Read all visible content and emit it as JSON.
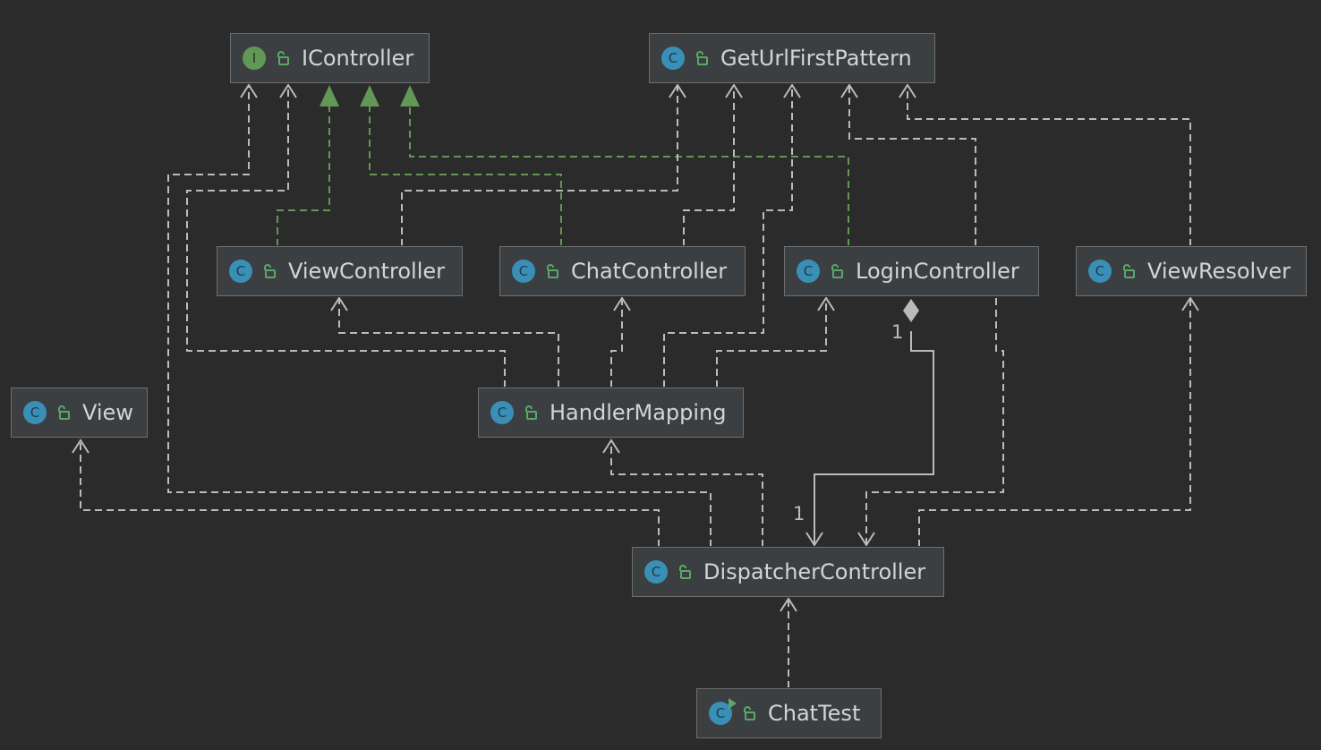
{
  "diagram": {
    "nodes": [
      {
        "id": "icontroller",
        "label": "IController",
        "kind": "interface",
        "badge": "I"
      },
      {
        "id": "geturl",
        "label": "GetUrlFirstPattern",
        "kind": "class",
        "badge": "C"
      },
      {
        "id": "viewcontroller",
        "label": "ViewController",
        "kind": "class",
        "badge": "C"
      },
      {
        "id": "chatcontroller",
        "label": "ChatController",
        "kind": "class",
        "badge": "C"
      },
      {
        "id": "logincontroller",
        "label": "LoginController",
        "kind": "class",
        "badge": "C"
      },
      {
        "id": "viewresolver",
        "label": "ViewResolver",
        "kind": "class",
        "badge": "C"
      },
      {
        "id": "view",
        "label": "View",
        "kind": "class",
        "badge": "C"
      },
      {
        "id": "handlermapping",
        "label": "HandlerMapping",
        "kind": "class",
        "badge": "C"
      },
      {
        "id": "dispatcher",
        "label": "DispatcherController",
        "kind": "class",
        "badge": "C"
      },
      {
        "id": "chattest",
        "label": "ChatTest",
        "kind": "runnable-class",
        "badge": "C"
      }
    ],
    "edges": [
      {
        "from": "viewcontroller",
        "to": "icontroller",
        "type": "implements"
      },
      {
        "from": "chatcontroller",
        "to": "icontroller",
        "type": "implements"
      },
      {
        "from": "logincontroller",
        "to": "icontroller",
        "type": "implements"
      },
      {
        "from": "viewcontroller",
        "to": "geturl",
        "type": "dependency"
      },
      {
        "from": "chatcontroller",
        "to": "geturl",
        "type": "dependency"
      },
      {
        "from": "handlermapping",
        "to": "geturl",
        "type": "dependency"
      },
      {
        "from": "logincontroller",
        "to": "geturl",
        "type": "dependency"
      },
      {
        "from": "viewresolver",
        "to": "geturl",
        "type": "dependency"
      },
      {
        "from": "handlermapping",
        "to": "icontroller",
        "type": "dependency"
      },
      {
        "from": "dispatcher",
        "to": "icontroller",
        "type": "dependency"
      },
      {
        "from": "handlermapping",
        "to": "viewcontroller",
        "type": "dependency"
      },
      {
        "from": "handlermapping",
        "to": "chatcontroller",
        "type": "dependency"
      },
      {
        "from": "handlermapping",
        "to": "logincontroller",
        "type": "dependency"
      },
      {
        "from": "logincontroller",
        "to": "dispatcher",
        "type": "composition",
        "source_multiplicity": "1",
        "target_multiplicity": "1"
      },
      {
        "from": "logincontroller",
        "to": "dispatcher",
        "type": "dependency"
      },
      {
        "from": "dispatcher",
        "to": "view",
        "type": "dependency"
      },
      {
        "from": "dispatcher",
        "to": "handlermapping",
        "type": "dependency"
      },
      {
        "from": "dispatcher",
        "to": "viewresolver",
        "type": "dependency"
      },
      {
        "from": "chattest",
        "to": "dispatcher",
        "type": "dependency"
      }
    ]
  },
  "colors": {
    "background": "#2b2b2b",
    "node_fill": "#3c3f41",
    "class_badge": "#3a8fb7",
    "interface_badge": "#629755",
    "dependency_line": "#bbbbbb",
    "implements_line": "#629755",
    "text": "#d4d4d4"
  }
}
